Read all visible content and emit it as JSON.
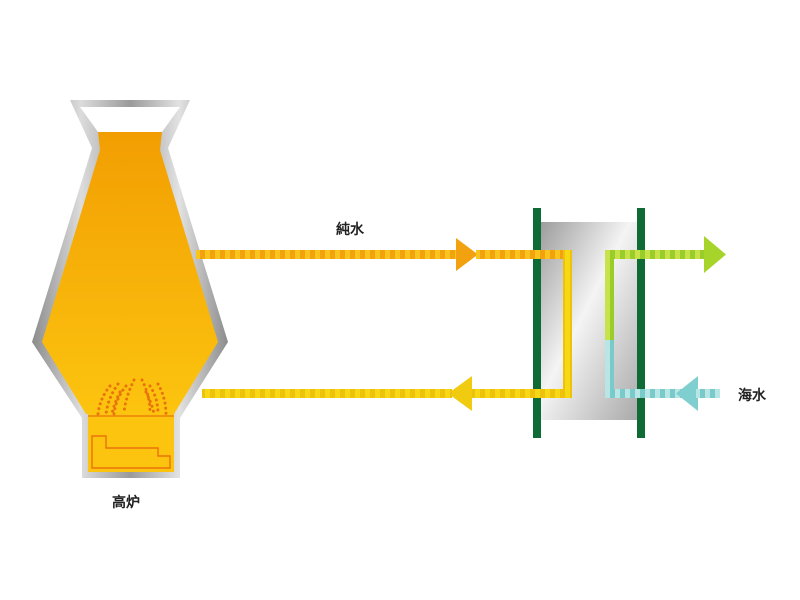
{
  "labels": {
    "pure_water": "純水",
    "seawater": "海水",
    "blast_furnace": "高炉"
  },
  "colors": {
    "furnace_fill_top": "#F29E02",
    "furnace_fill_bottom": "#FCC40F",
    "furnace_shell": "#9A9A9A",
    "pure_water_line": "#F7B417",
    "pure_water_line_return": "#F0CB10",
    "seawater_out_line": "#A6D42B",
    "seawater_in_line": "#7FCFD0",
    "heat_exchanger_plate": "#B8B8B8",
    "heat_exchanger_walls": "#0F6B35",
    "heat_waves": "#E9730B",
    "label_text": "#222222"
  }
}
